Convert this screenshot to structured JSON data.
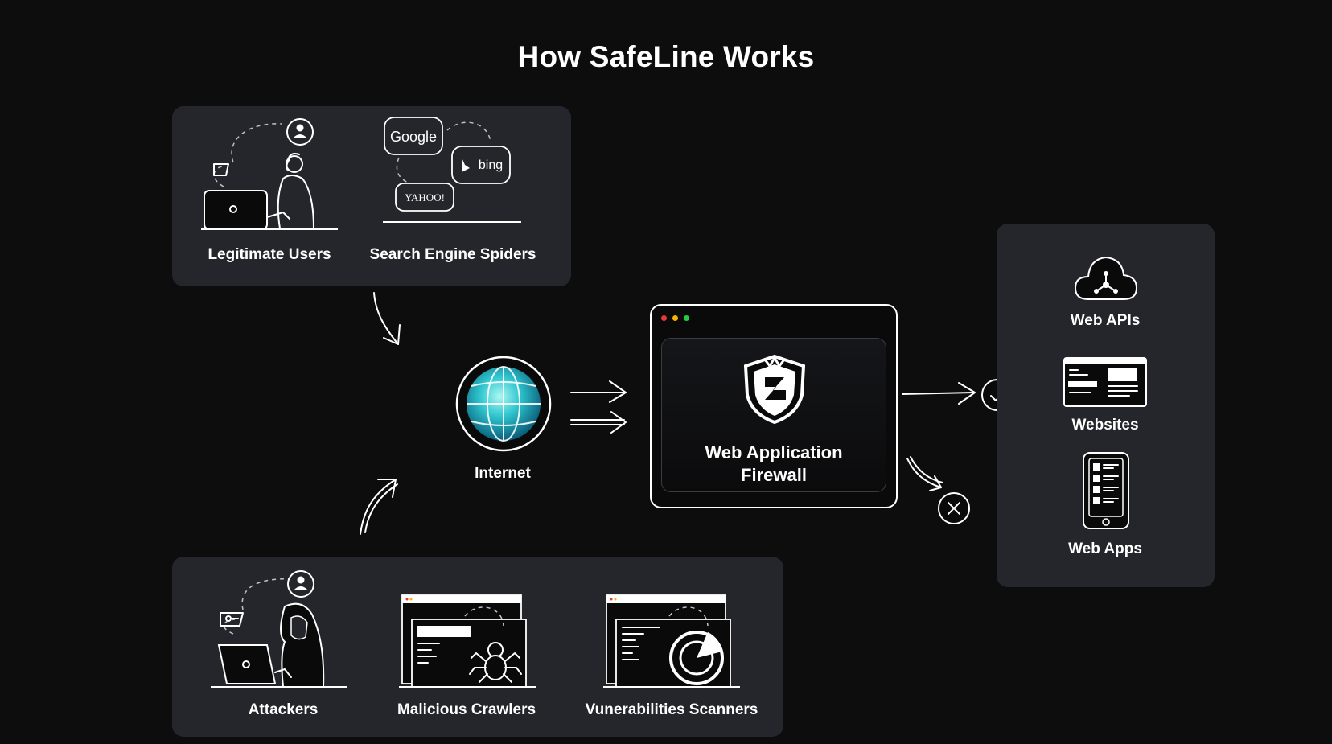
{
  "title": "How SafeLine Works",
  "sources": {
    "good": [
      {
        "label": "Legitimate Users",
        "icon": "user-at-laptop-icon"
      },
      {
        "label": "Search Engine Spiders",
        "icon": "search-engine-logos-icon",
        "logos": [
          "Google",
          "bing",
          "YAHOO!"
        ]
      }
    ],
    "bad": [
      {
        "label": "Attackers",
        "icon": "hooded-attacker-icon"
      },
      {
        "label": "Malicious Crawlers",
        "icon": "spider-browser-icon"
      },
      {
        "label": "Vunerabilities Scanners",
        "icon": "radar-browser-icon"
      }
    ]
  },
  "internet": {
    "label": "Internet",
    "icon": "globe-icon"
  },
  "waf": {
    "label_line1": "Web Application",
    "label_line2": "Firewall",
    "icon": "safeline-shield-icon",
    "window_dots": [
      "#e53935",
      "#f5b400",
      "#27c93f"
    ]
  },
  "outcomes": {
    "allowed": "check-icon",
    "blocked": "x-icon"
  },
  "targets": [
    {
      "label": "Web APIs",
      "icon": "cloud-api-icon"
    },
    {
      "label": "Websites",
      "icon": "browser-window-icon"
    },
    {
      "label": "Web Apps",
      "icon": "mobile-app-icon"
    }
  ]
}
